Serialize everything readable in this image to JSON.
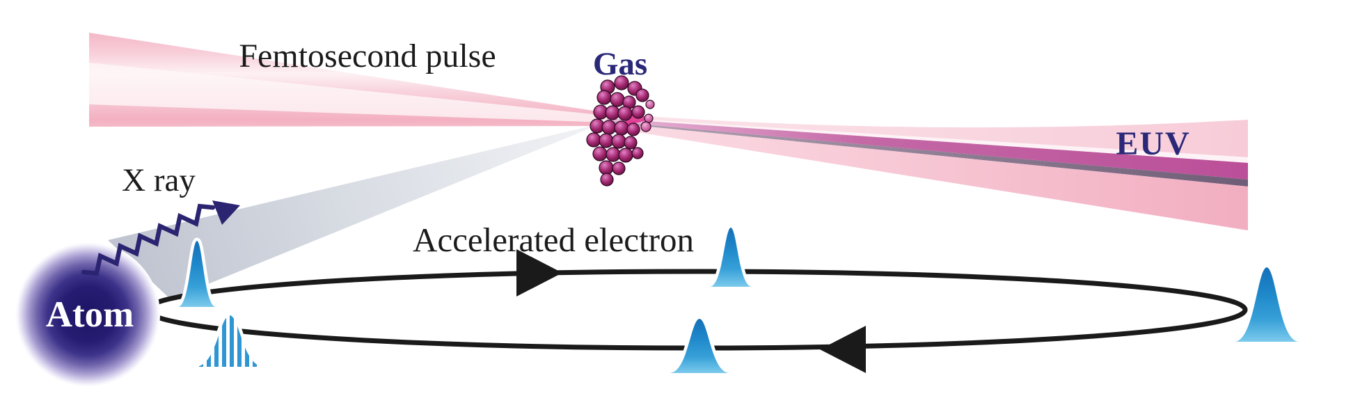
{
  "figure": {
    "labels": {
      "femtosecond_pulse": "Femtosecond pulse",
      "gas": "Gas",
      "euv": "EUV",
      "xray": "X ray",
      "accelerated_electron": "Accelerated electron",
      "atom": "Atom"
    },
    "colors": {
      "text_black": "#1b1b1b",
      "text_navy": "#2b2878",
      "atom_label": "#ffffff",
      "beam_pink_edge": "#f3afc0",
      "beam_pink_core": "#fdf1f4",
      "euv_magenta_stripe": "#c0579f",
      "euv_dark_stripe": "#6f5d77",
      "gas_sphere": "#9c2268",
      "pulse_blue": "#2492d0",
      "orbit_stroke": "#1a1a1a",
      "xray_wave": "#2b2470",
      "zoom_wedge_gray": "#c3c8d3"
    }
  }
}
